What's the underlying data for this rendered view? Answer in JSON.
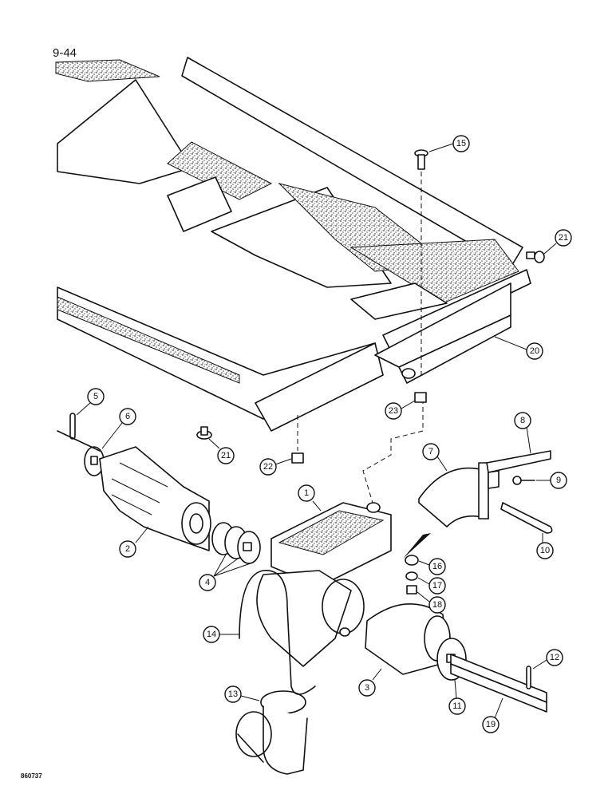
{
  "page": {
    "number": "9-44",
    "figure_code": "860737"
  },
  "diagram": {
    "callouts": [
      "1",
      "2",
      "3",
      "4",
      "5",
      "6",
      "7",
      "8",
      "9",
      "10",
      "11",
      "12",
      "13",
      "14",
      "15",
      "16",
      "17",
      "18",
      "19",
      "20",
      "21",
      "21",
      "22",
      "23"
    ]
  },
  "style": {
    "ink": "#111111",
    "paper": "#ffffff",
    "texture": "#555555"
  }
}
